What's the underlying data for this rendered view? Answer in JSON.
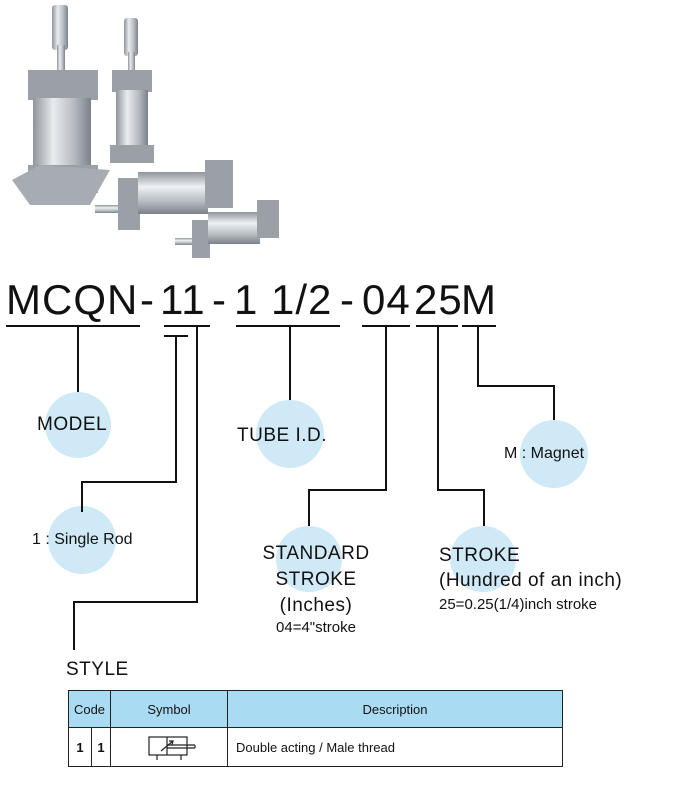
{
  "model_code": {
    "parts": [
      "MCQN",
      "-",
      "11",
      "-",
      "1 1/2",
      "-",
      "04",
      "25",
      "M"
    ]
  },
  "labels": {
    "model": "MODEL",
    "single_rod": "1 : Single Rod",
    "tube_id": "TUBE I.D.",
    "magnet": "M : Magnet",
    "standard_stroke_line1": "STANDARD",
    "standard_stroke_line2": "STROKE",
    "standard_stroke_line3": "(Inches)",
    "standard_stroke_line4": "04=4\"stroke",
    "stroke_line1": "STROKE",
    "stroke_line2": "(Hundred of an inch)",
    "stroke_line3": "25=0.25(1/4)inch stroke",
    "style": "STYLE"
  },
  "style_table": {
    "headers": {
      "code": "Code",
      "symbol": "Symbol",
      "description": "Description"
    },
    "rows": [
      {
        "code1": "1",
        "code2": "1",
        "description": "Double acting / Male thread"
      }
    ]
  },
  "colors": {
    "bubble": "#cfe9f7",
    "table_header": "#a9dcf3",
    "line": "#111111"
  }
}
